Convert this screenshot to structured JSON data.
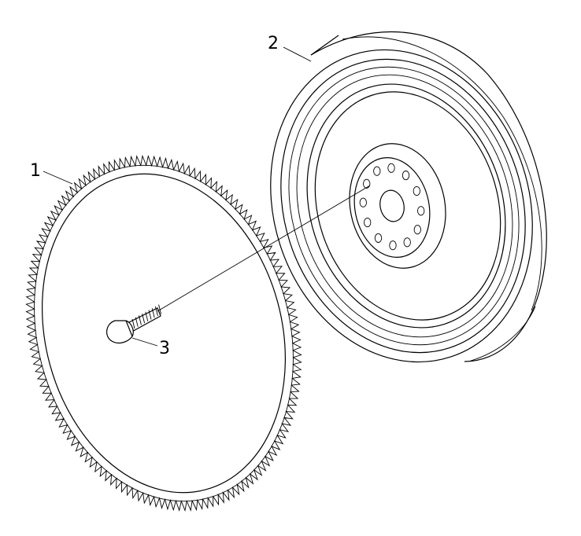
{
  "callouts": [
    {
      "id": "1",
      "label": "1"
    },
    {
      "id": "2",
      "label": "2"
    },
    {
      "id": "3",
      "label": "3"
    }
  ],
  "ring_gear": {
    "tooth_count": 148
  },
  "flywheel": {
    "bolt_hole_count": 12
  },
  "colors": {
    "line": "#000000",
    "background": "#ffffff"
  }
}
